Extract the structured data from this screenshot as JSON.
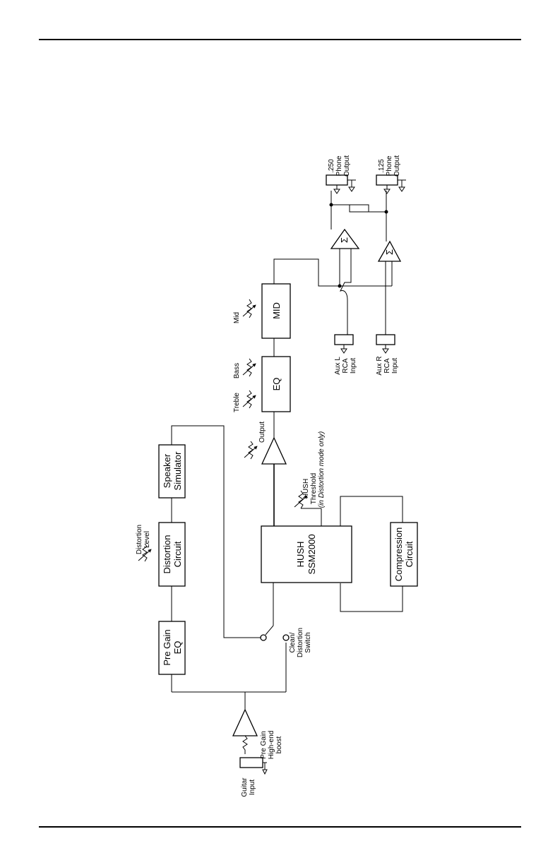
{
  "blocks": {
    "pre_gain_eq": [
      "Pre Gain",
      "EQ"
    ],
    "distortion_circuit": [
      "Distortion",
      "Circuit"
    ],
    "speaker_simulator": [
      "Speaker",
      "Simulator"
    ],
    "hush": [
      "HUSH",
      "SSM2000"
    ],
    "compression_circuit": [
      "Compression",
      "Circuit"
    ],
    "eq": "EQ",
    "mid": "MID"
  },
  "labels": {
    "guitar_input": [
      "Guitar",
      "Input"
    ],
    "pre_gain_boost": [
      "Pre Gain",
      "High-end",
      "boost"
    ],
    "clean_distortion_switch": [
      "Clean/",
      "Distortion",
      "Switch"
    ],
    "distortion_level": [
      "Distortion",
      "Level"
    ],
    "hush_threshold": [
      "HUSH",
      "Threshold",
      "(in Distortion mode only)"
    ],
    "output": "Output",
    "treble": "Treble",
    "bass": "Bass",
    "mid": "Mid",
    "aux_l_input": [
      "Aux L",
      "RCA",
      "Input"
    ],
    "aux_r_input": [
      "Aux R",
      "RCA",
      "Input"
    ],
    "phone_250": [
      ".250",
      "Phone",
      "Output"
    ],
    "phone_125": [
      ".125",
      "Phone",
      "Output"
    ],
    "sum_symbol": "Σ"
  }
}
